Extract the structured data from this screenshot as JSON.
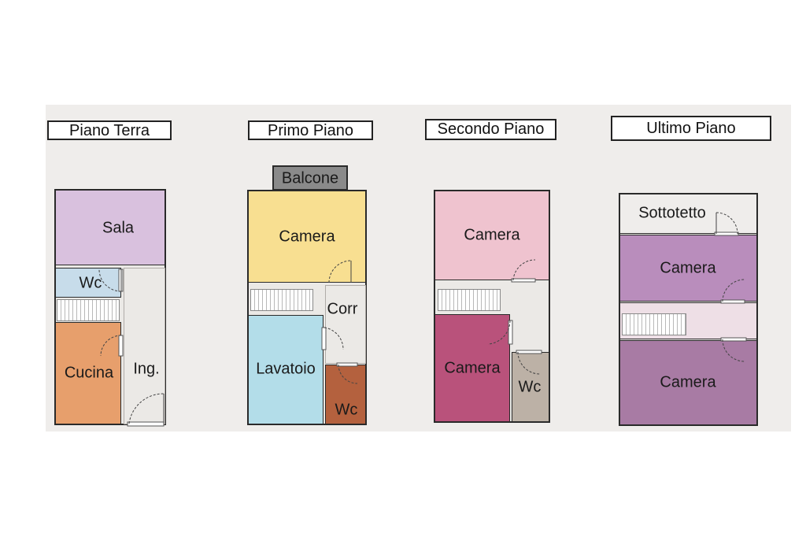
{
  "floors": [
    {
      "title": "Piano Terra",
      "rooms": {
        "sala": "Sala",
        "wc": "Wc",
        "cucina": "Cucina",
        "ingresso": "Ing."
      }
    },
    {
      "title": "Primo Piano",
      "rooms": {
        "balcone": "Balcone",
        "camera": "Camera",
        "corr": "Corr",
        "lavatoio": "Lavatoio",
        "wc": "Wc"
      }
    },
    {
      "title": "Secondo Piano",
      "rooms": {
        "camera_top": "Camera",
        "camera_bottom": "Camera",
        "wc": "Wc"
      }
    },
    {
      "title": "Ultimo Piano",
      "rooms": {
        "sottotetto": "Sottotetto",
        "camera_top": "Camera",
        "camera_bottom": "Camera"
      }
    }
  ],
  "colors": {
    "sala": "#d9c1de",
    "wc_terra": "#c7dcea",
    "cucina": "#e79f6c",
    "camera_primo": "#f8df91",
    "lavatoio": "#b3dde9",
    "wc_primo": "#b4613e",
    "balcone": "#8a8a8a",
    "camera_secondo_top": "#efc3cf",
    "camera_secondo_bottom": "#b9527b",
    "wc_secondo": "#bcb1a6",
    "sottotetto": "#efedeb",
    "camera_ultimo_top": "#b98dbc",
    "camera_ultimo_bottom": "#a87ba4",
    "corridor_ultimo": "#eedfe6"
  }
}
